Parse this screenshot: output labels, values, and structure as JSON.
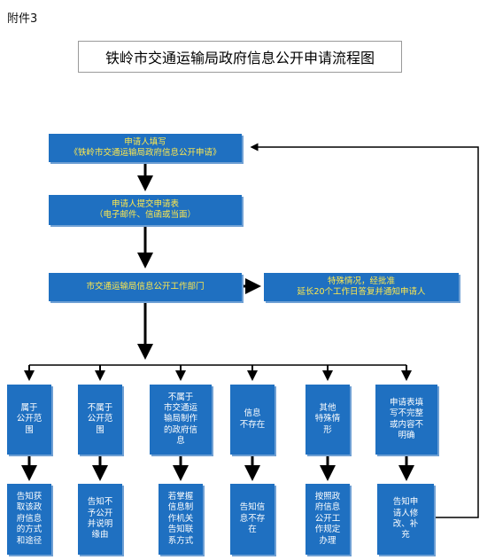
{
  "attachment_label": "附件3",
  "title": "铁岭市交通运输局政府信息公开申请流程图",
  "steps": {
    "fill": "申请人填写\n《铁岭市交通运输局政府信息公开申请》",
    "submit": "申请人提交申请表\n（电子邮件、信函或当面）",
    "department": "市交通运输局信息公开工作部门",
    "special": "特殊情况，经批准\n延长20个工作日答复并通知申请人"
  },
  "branches": [
    {
      "condition": "属于\n公开范\n围",
      "result": "告知获\n取该政\n府信息\n的方式\n和途径"
    },
    {
      "condition": "不属于\n公开范\n围",
      "result": "告知不\n予公开\n并说明\n缘由"
    },
    {
      "condition": "不属于\n市交通运\n输局制作\n的政府信\n息",
      "result": "若掌握\n信息制\n作机关\n告知联\n系方式"
    },
    {
      "condition": "信息\n不存在",
      "result": "告知信\n息不存\n在"
    },
    {
      "condition": "其他\n特殊情\n形",
      "result": "按照政\n府信息\n公开工\n作规定\n办理"
    },
    {
      "condition": "申请表填\n写不完整\n或内容不\n明确",
      "result": "告知申\n请人修\n改、补\n充"
    }
  ],
  "colors": {
    "box": "#1f70c1",
    "text_yellow": "#ffe94d",
    "text_white": "#ffffff"
  }
}
